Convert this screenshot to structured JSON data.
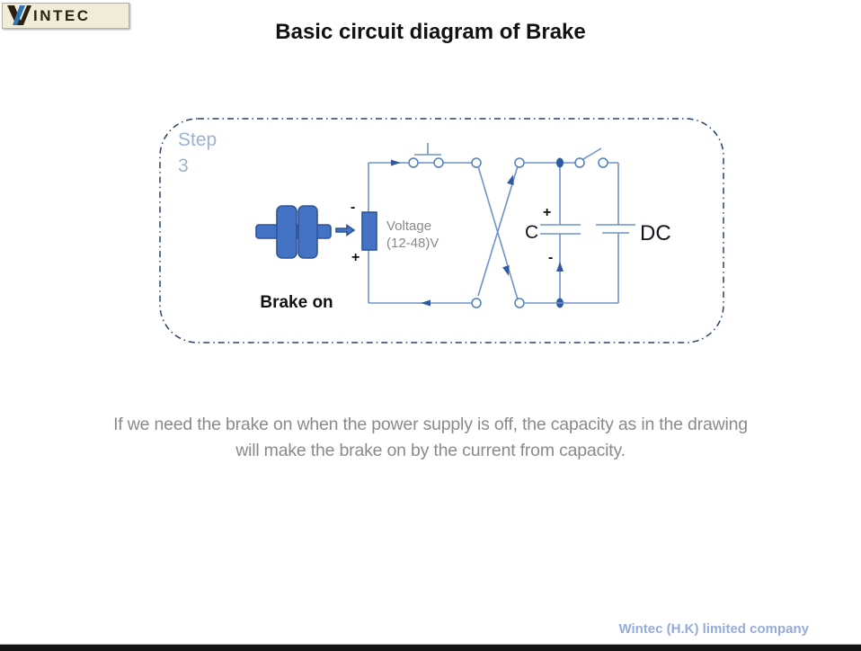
{
  "logo": {
    "mark": "W",
    "text": "INTEC"
  },
  "header": {
    "title": "Basic circuit diagram of Brake"
  },
  "diagram": {
    "step_label": "Step",
    "step_number": "3",
    "brake_label": "Brake on",
    "coil_minus": "-",
    "coil_plus": "+",
    "voltage_label": "Voltage",
    "voltage_range": "(12-48)V",
    "cap_plus": "+",
    "cap_minus": "-",
    "cap_label": "C",
    "dc_label": "DC"
  },
  "body": {
    "line1": "If we need the brake on when the power supply is off, the capacity as in the drawing",
    "line2": "will make the brake on by the current from capacity."
  },
  "footer": {
    "company": "Wintec (H.K) limited company"
  },
  "colors": {
    "shape_blue": "#4472c4",
    "wire_blue": "#6e93c9",
    "junction_blue": "#2e5aa3",
    "dashed_border": "#26406b",
    "step_text": "#9ab3d5",
    "muted_text": "#8a8a8a",
    "footer_text": "#93acdb",
    "logo_background": "#f1ecd9"
  }
}
